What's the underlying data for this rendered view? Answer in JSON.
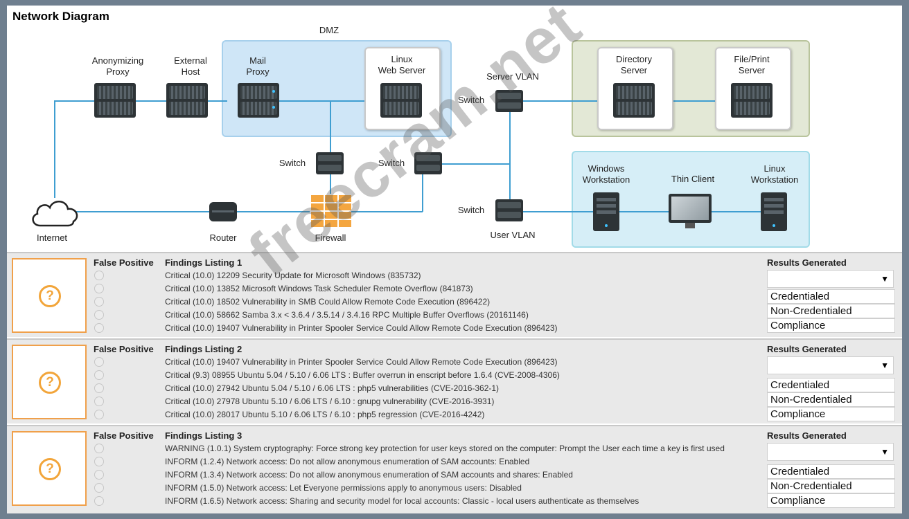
{
  "diagram": {
    "title": "Network Diagram",
    "zone_labels": {
      "dmz": "DMZ",
      "server_vlan": "Server VLAN",
      "user_vlan": "User VLAN"
    },
    "nodes": {
      "anonymizing_proxy": "Anonymizing\nProxy",
      "external_host": "External\nHost",
      "mail_proxy": "Mail\nProxy",
      "linux_web_server": "Linux\nWeb Server",
      "switch": "Switch",
      "directory_server": "Directory\nServer",
      "file_print_server": "File/Print\nServer",
      "windows_workstation": "Windows\nWorkstation",
      "thin_client": "Thin Client",
      "linux_workstation": "Linux\nWorkstation",
      "internet": "Internet",
      "router": "Router",
      "firewall": "Firewall"
    },
    "colors": {
      "dmz": "#cfe6f7",
      "server_vlan": "#e3e8d6",
      "user_vlan": "#d6eef7",
      "link": "#3f9ed1",
      "firewall": "#f4a640"
    }
  },
  "watermark": "freecram.net",
  "panels": [
    {
      "false_positive_label": "False Positive",
      "listing_title": "Findings Listing 1",
      "findings": [
        "Critical (10.0) 12209 Security Update for Microsoft Windows (835732)",
        "Critical (10.0) 13852 Microsoft Windows Task Scheduler Remote Overflow (841873)",
        "Critical (10.0) 18502 Vulnerability in SMB Could Allow Remote Code Execution (896422)",
        "Critical (10.0) 58662 Samba 3.x < 3.6.4 / 3.5.14 / 3.4.16 RPC Multiple Buffer Overflows (20161146)",
        "Critical (10.0) 19407 Vulnerability in Printer Spooler Service Could Allow Remote Code Execution (896423)"
      ],
      "results_label": "Results Generated",
      "options": [
        "Credentialed",
        "Non-Credentialed",
        "Compliance"
      ]
    },
    {
      "false_positive_label": "False Positive",
      "listing_title": "Findings Listing 2",
      "findings": [
        "Critical (10.0) 19407 Vulnerability in Printer Spooler Service Could Allow Remote Code Execution (896423)",
        "Critical (9.3) 08955 Ubuntu 5.04 / 5.10 / 6.06 LTS : Buffer overrun in enscript before 1.6.4 (CVE-2008-4306)",
        "Critical (10.0) 27942 Ubuntu 5.04 / 5.10 / 6.06 LTS : php5 vulnerabilities (CVE-2016-362-1)",
        "Critical (10.0) 27978 Ubuntu 5.10 / 6.06 LTS / 6.10 : gnupg vulnerability (CVE-2016-3931)",
        "Critical (10.0) 28017 Ubuntu 5.10 / 6.06 LTS / 6.10 : php5 regression (CVE-2016-4242)"
      ],
      "results_label": "Results Generated",
      "options": [
        "Credentialed",
        "Non-Credentialed",
        "Compliance"
      ]
    },
    {
      "false_positive_label": "False Positive",
      "listing_title": "Findings Listing 3",
      "findings": [
        "WARNING (1.0.1) System cryptography: Force strong key protection for user keys stored on the computer: Prompt the User each time a key is first used",
        "INFORM (1.2.4) Network access: Do not allow anonymous enumeration of SAM accounts: Enabled",
        "INFORM (1.3.4) Network access: Do not allow anonymous enumeration of SAM accounts and shares: Enabled",
        "INFORM (1.5.0) Network access: Let Everyone permissions apply to anonymous users: Disabled",
        "INFORM (1.6.5) Network access: Sharing and security model for local accounts: Classic - local users authenticate as themselves"
      ],
      "results_label": "Results Generated",
      "options": [
        "Credentialed",
        "Non-Credentialed",
        "Compliance"
      ]
    }
  ]
}
